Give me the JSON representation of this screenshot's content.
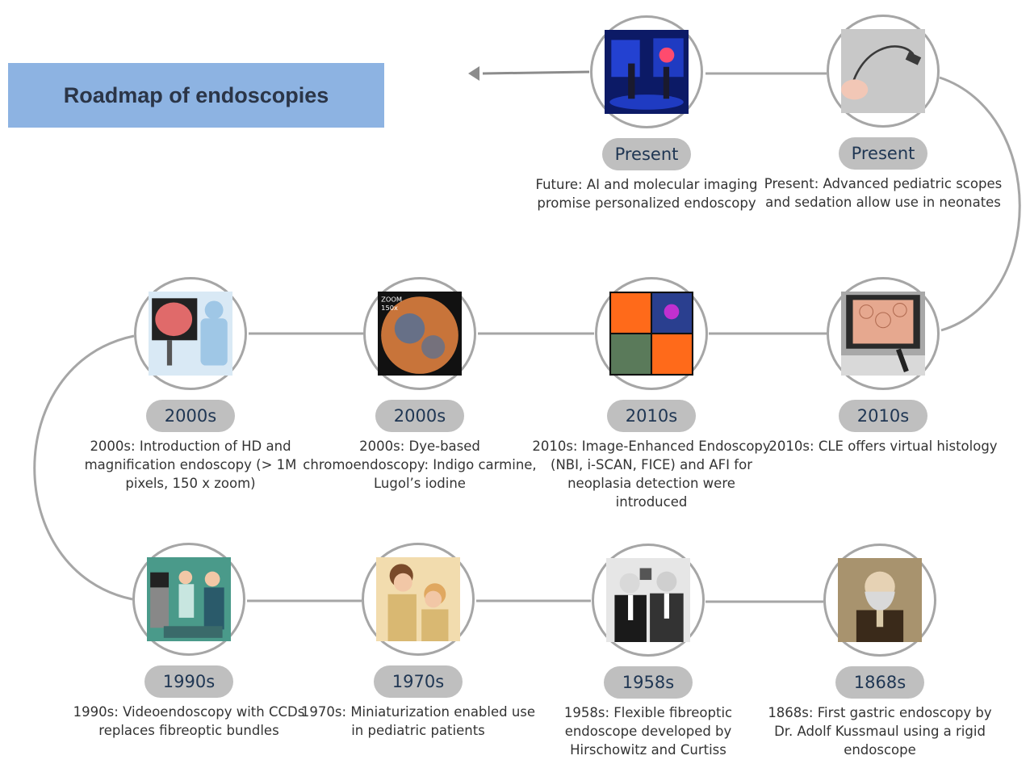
{
  "title": "Roadmap of endoscopies",
  "milestones": [
    {
      "badge": "Present",
      "caption": "Future: AI and molecular imaging promise personalized endoscopy",
      "image": "ai-hologram-image",
      "palette": [
        "#0c1a66",
        "#2d52ff",
        "#ff4b6e"
      ]
    },
    {
      "badge": "Present",
      "caption": "Present: Advanced pediatric scopes and sedation allow use in neonates",
      "image": "pediatric-scope-image",
      "palette": [
        "#c8c8c8",
        "#3a3a3a",
        "#f2c7b6"
      ]
    },
    {
      "badge": "2000s",
      "caption": "2000s: Introduction of HD and magnification endoscopy (> 1M pixels, 150 x zoom)",
      "image": "hd-endoscopy-image",
      "palette": [
        "#d9e9f5",
        "#e06a6a",
        "#9fc7e6"
      ]
    },
    {
      "badge": "2000s",
      "caption": "2000s: Dye-based chromoendoscopy: Indigo carmine, Lugol’s iodine",
      "image": "chromoendoscopy-image",
      "palette": [
        "#111111",
        "#c8743a",
        "#3d6fa8"
      ]
    },
    {
      "badge": "2010s",
      "caption": "2010s: Image-Enhanced Endoscopy (NBI, i-SCAN, FICE) and AFI for neoplasia detection were introduced",
      "image": "image-enhanced-endoscopy-image",
      "palette": [
        "#ff6a1a",
        "#2a3f8f",
        "#5a7a5a"
      ]
    },
    {
      "badge": "2010s",
      "caption": "2010s: CLE offers virtual histology",
      "image": "cle-monitor-image",
      "palette": [
        "#2a2a2a",
        "#e6a88f",
        "#a8a8a8"
      ]
    },
    {
      "badge": "1990s",
      "caption": "1990s: Videoendoscopy with CCDs replaces fibreoptic bundles",
      "image": "videoendoscopy-image",
      "palette": [
        "#4a9a8a",
        "#c8e6e0",
        "#2a5a6a"
      ]
    },
    {
      "badge": "1970s",
      "caption": "1970s: Miniaturization enabled use in pediatric patients",
      "image": "pediatric-patient-image",
      "palette": [
        "#d9b872",
        "#f2dcae",
        "#8a6a3a"
      ]
    },
    {
      "badge": "1958s",
      "caption": "1958s: Flexible fibreoptic endoscope developed by Hirschowitz and Curtiss",
      "image": "hirschowitz-curtiss-image",
      "palette": [
        "#9a9a9a",
        "#1a1a1a",
        "#e6e6e6"
      ]
    },
    {
      "badge": "1868s",
      "caption": "1868s: First gastric endoscopy by Dr. Adolf Kussmaul using a rigid endoscope",
      "image": "kussmaul-portrait-image",
      "palette": [
        "#a8936e",
        "#3a2a1a",
        "#d9c9a8"
      ]
    }
  ]
}
